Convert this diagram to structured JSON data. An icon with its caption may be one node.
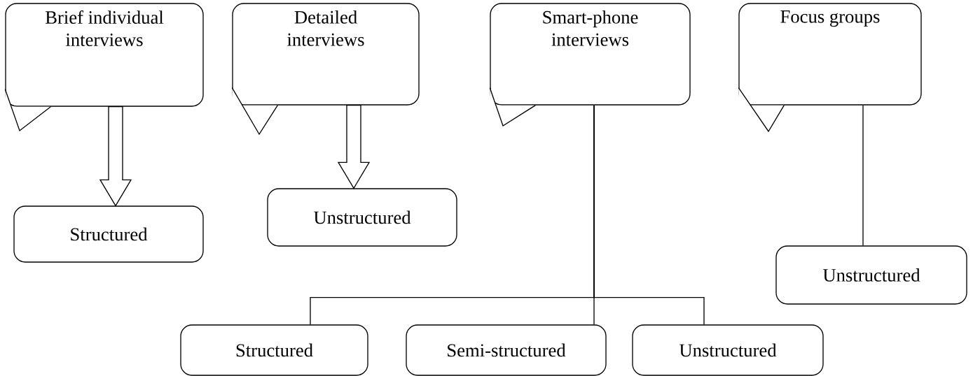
{
  "diagram": {
    "nodes": [
      {
        "text": [
          "Brief individual interviews"
        ]
      },
      {
        "text": [
          "Detailed interviews"
        ]
      },
      {
        "text": [
          "Smart-phone interviews"
        ]
      },
      {
        "text": [
          "Focus groups"
        ]
      },
      {
        "text": [
          "Structured"
        ]
      },
      {
        "text": [
          "Unstructured"
        ]
      },
      {
        "text": [
          "Unstructured"
        ]
      },
      {
        "text": [
          "Structured"
        ]
      },
      {
        "text": [
          "Semi-structured"
        ]
      },
      {
        "text": [
          "Unstructured"
        ]
      }
    ],
    "edges": [
      {
        "from": 0,
        "to": 4,
        "arrow": "to"
      },
      {
        "from": 1,
        "to": 5,
        "arrow": "to"
      },
      {
        "from": 2,
        "to": 7,
        "arrow": "none"
      },
      {
        "from": 2,
        "to": 8,
        "arrow": "none"
      },
      {
        "from": 2,
        "to": 9,
        "arrow": "none"
      },
      {
        "from": 3,
        "to": 6,
        "arrow": "none"
      }
    ]
  }
}
